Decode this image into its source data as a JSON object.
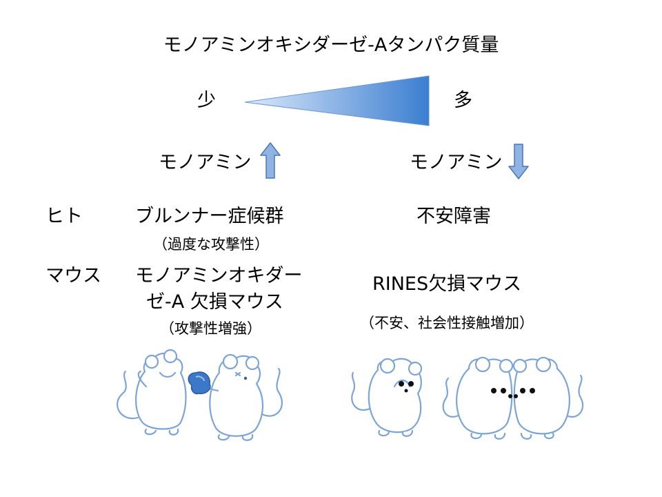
{
  "title": "モノアミンオキシダーゼ-Aタンパク質量",
  "scale": {
    "low_label": "少",
    "high_label": "多",
    "gradient_colors": [
      "#dce9fb",
      "#3b7ed0"
    ]
  },
  "monoamine_left": {
    "label": "モノアミン",
    "arrow": "up-arrow-icon"
  },
  "monoamine_right": {
    "label": "モノアミン",
    "arrow": "down-arrow-icon"
  },
  "rows": {
    "human": {
      "label": "ヒト",
      "left_condition": "ブルンナー症候群",
      "left_note": "（過度な攻撃性）",
      "right_condition": "不安障害"
    },
    "mouse": {
      "label": "マウス",
      "left_condition_line1": "モノアミンオキダー",
      "left_condition_line2": "ゼ-A 欠損マウス",
      "left_note": "（攻撃性増強）",
      "right_condition": "RINES欠損マウス",
      "right_note": "（不安、社会性接触増加）"
    }
  },
  "colors": {
    "arrow_fill": "#8fb4e3",
    "arrow_stroke": "#4a77b4",
    "mouse_outline": "#7da4d6",
    "glove": "#3c78c8"
  }
}
